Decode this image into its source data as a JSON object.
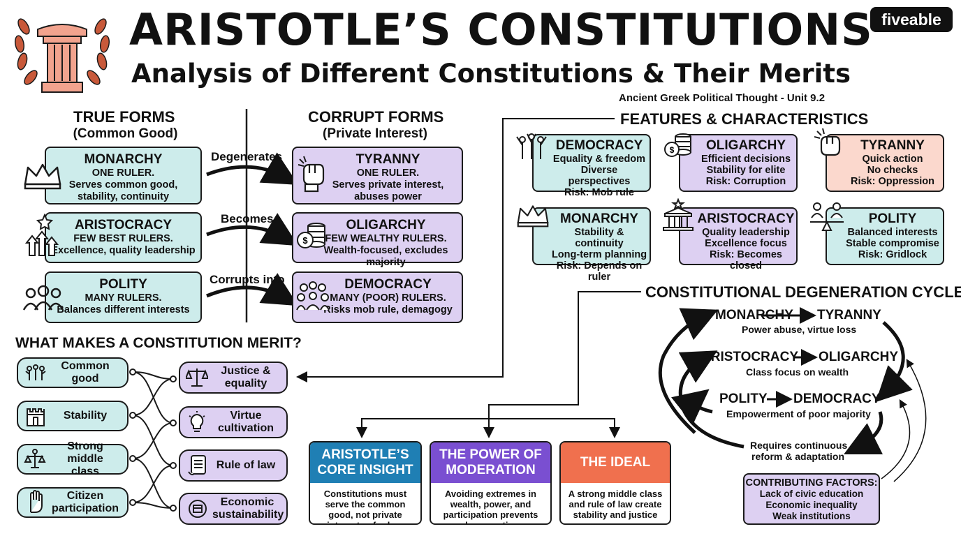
{
  "header": {
    "title": "ARISTOTLE’S CONSTITUTIONS",
    "subtitle": "Analysis of Different Constitutions & Their Merits",
    "unit": "Ancient Greek Political Thought - Unit 9.2",
    "logo": "fiveable"
  },
  "forms": {
    "true_heading": "TRUE FORMS",
    "true_sub": "(Common Good)",
    "corrupt_heading": "CORRUPT FORMS",
    "corrupt_sub": "(Private Interest)",
    "true": [
      {
        "name": "MONARCHY",
        "lines": [
          "ONE RULER.",
          "Serves common good,",
          "stability, continuity"
        ]
      },
      {
        "name": "ARISTOCRACY",
        "lines": [
          "FEW BEST RULERS.",
          "Excellence, quality leadership"
        ]
      },
      {
        "name": "POLITY",
        "lines": [
          "MANY RULERS.",
          "Balances different interests"
        ]
      }
    ],
    "corrupt": [
      {
        "name": "TYRANNY",
        "lines": [
          "ONE RULER.",
          "Serves private interest,",
          "abuses power"
        ]
      },
      {
        "name": "OLIGARCHY",
        "lines": [
          "FEW WEALTHY RULERS.",
          "Wealth-focused, excludes majority"
        ]
      },
      {
        "name": "DEMOCRACY",
        "lines": [
          "MANY (POOR) RULERS.",
          "Risks mob rule, demagogy"
        ]
      }
    ],
    "arrows": [
      "Degenerates",
      "Becomes",
      "Corrupts into"
    ]
  },
  "features": {
    "heading": "FEATURES & CHARACTERISTICS",
    "items": [
      {
        "name": "DEMOCRACY",
        "lines": [
          "Equality & freedom",
          "Diverse perspectives",
          "Risk: Mob rule"
        ],
        "color": "#cdeceb"
      },
      {
        "name": "OLIGARCHY",
        "lines": [
          "Efficient decisions",
          "Stability for elite",
          "Risk: Corruption"
        ],
        "color": "#ddd0f2"
      },
      {
        "name": "TYRANNY",
        "lines": [
          "Quick action",
          "No checks",
          "Risk: Oppression"
        ],
        "color": "#fbd8cd"
      },
      {
        "name": "MONARCHY",
        "lines": [
          "Stability & continuity",
          "Long-term planning",
          "Risk: Depends on ruler"
        ],
        "color": "#cdeceb"
      },
      {
        "name": "ARISTOCRACY",
        "lines": [
          "Quality leadership",
          "Excellence focus",
          "Risk: Becomes closed"
        ],
        "color": "#ddd0f2"
      },
      {
        "name": "POLITY",
        "lines": [
          "Balanced interests",
          "Stable compromise",
          "Risk: Gridlock"
        ],
        "color": "#cdeceb"
      }
    ]
  },
  "merit": {
    "heading": "WHAT MAKES A CONSTITUTION MERIT?",
    "left": [
      "Common good",
      "Stability",
      "Strong middle class",
      "Citizen participation"
    ],
    "right": [
      "Justice & equality",
      "Virtue cultivation",
      "Rule of law",
      "Economic sustainability"
    ]
  },
  "cycle": {
    "heading": "CONSTITUTIONAL DEGENERATION CYCLE",
    "rows": [
      {
        "from": "MONARCHY",
        "to": "TYRANNY",
        "note": "Power abuse, virtue loss"
      },
      {
        "from": "ARISTOCRACY",
        "to": "OLIGARCHY",
        "note": "Class focus on wealth"
      },
      {
        "from": "POLITY",
        "to": "DEMOCRACY",
        "note": "Empowerment of poor majority"
      }
    ],
    "reform": [
      "Requires continuous",
      "reform & adaptation"
    ],
    "factors_heading": "CONTRIBUTING FACTORS:",
    "factors": [
      "Lack of civic education",
      "Economic inequality",
      "Weak institutions"
    ]
  },
  "insights": [
    {
      "title": "ARISTOTLE’S CORE INSIGHT",
      "body": "Constitutions must serve the common good, not private interests of rulers",
      "color": "#1f7fb4"
    },
    {
      "title": "THE POWER OF MODERATION",
      "body": "Avoiding extremes in wealth, power, and participation prevents degeneration",
      "color": "#7a4fd1"
    },
    {
      "title": "THE IDEAL",
      "body": "A strong middle class and rule of law create stability and justice",
      "color": "#f0704e"
    }
  ]
}
